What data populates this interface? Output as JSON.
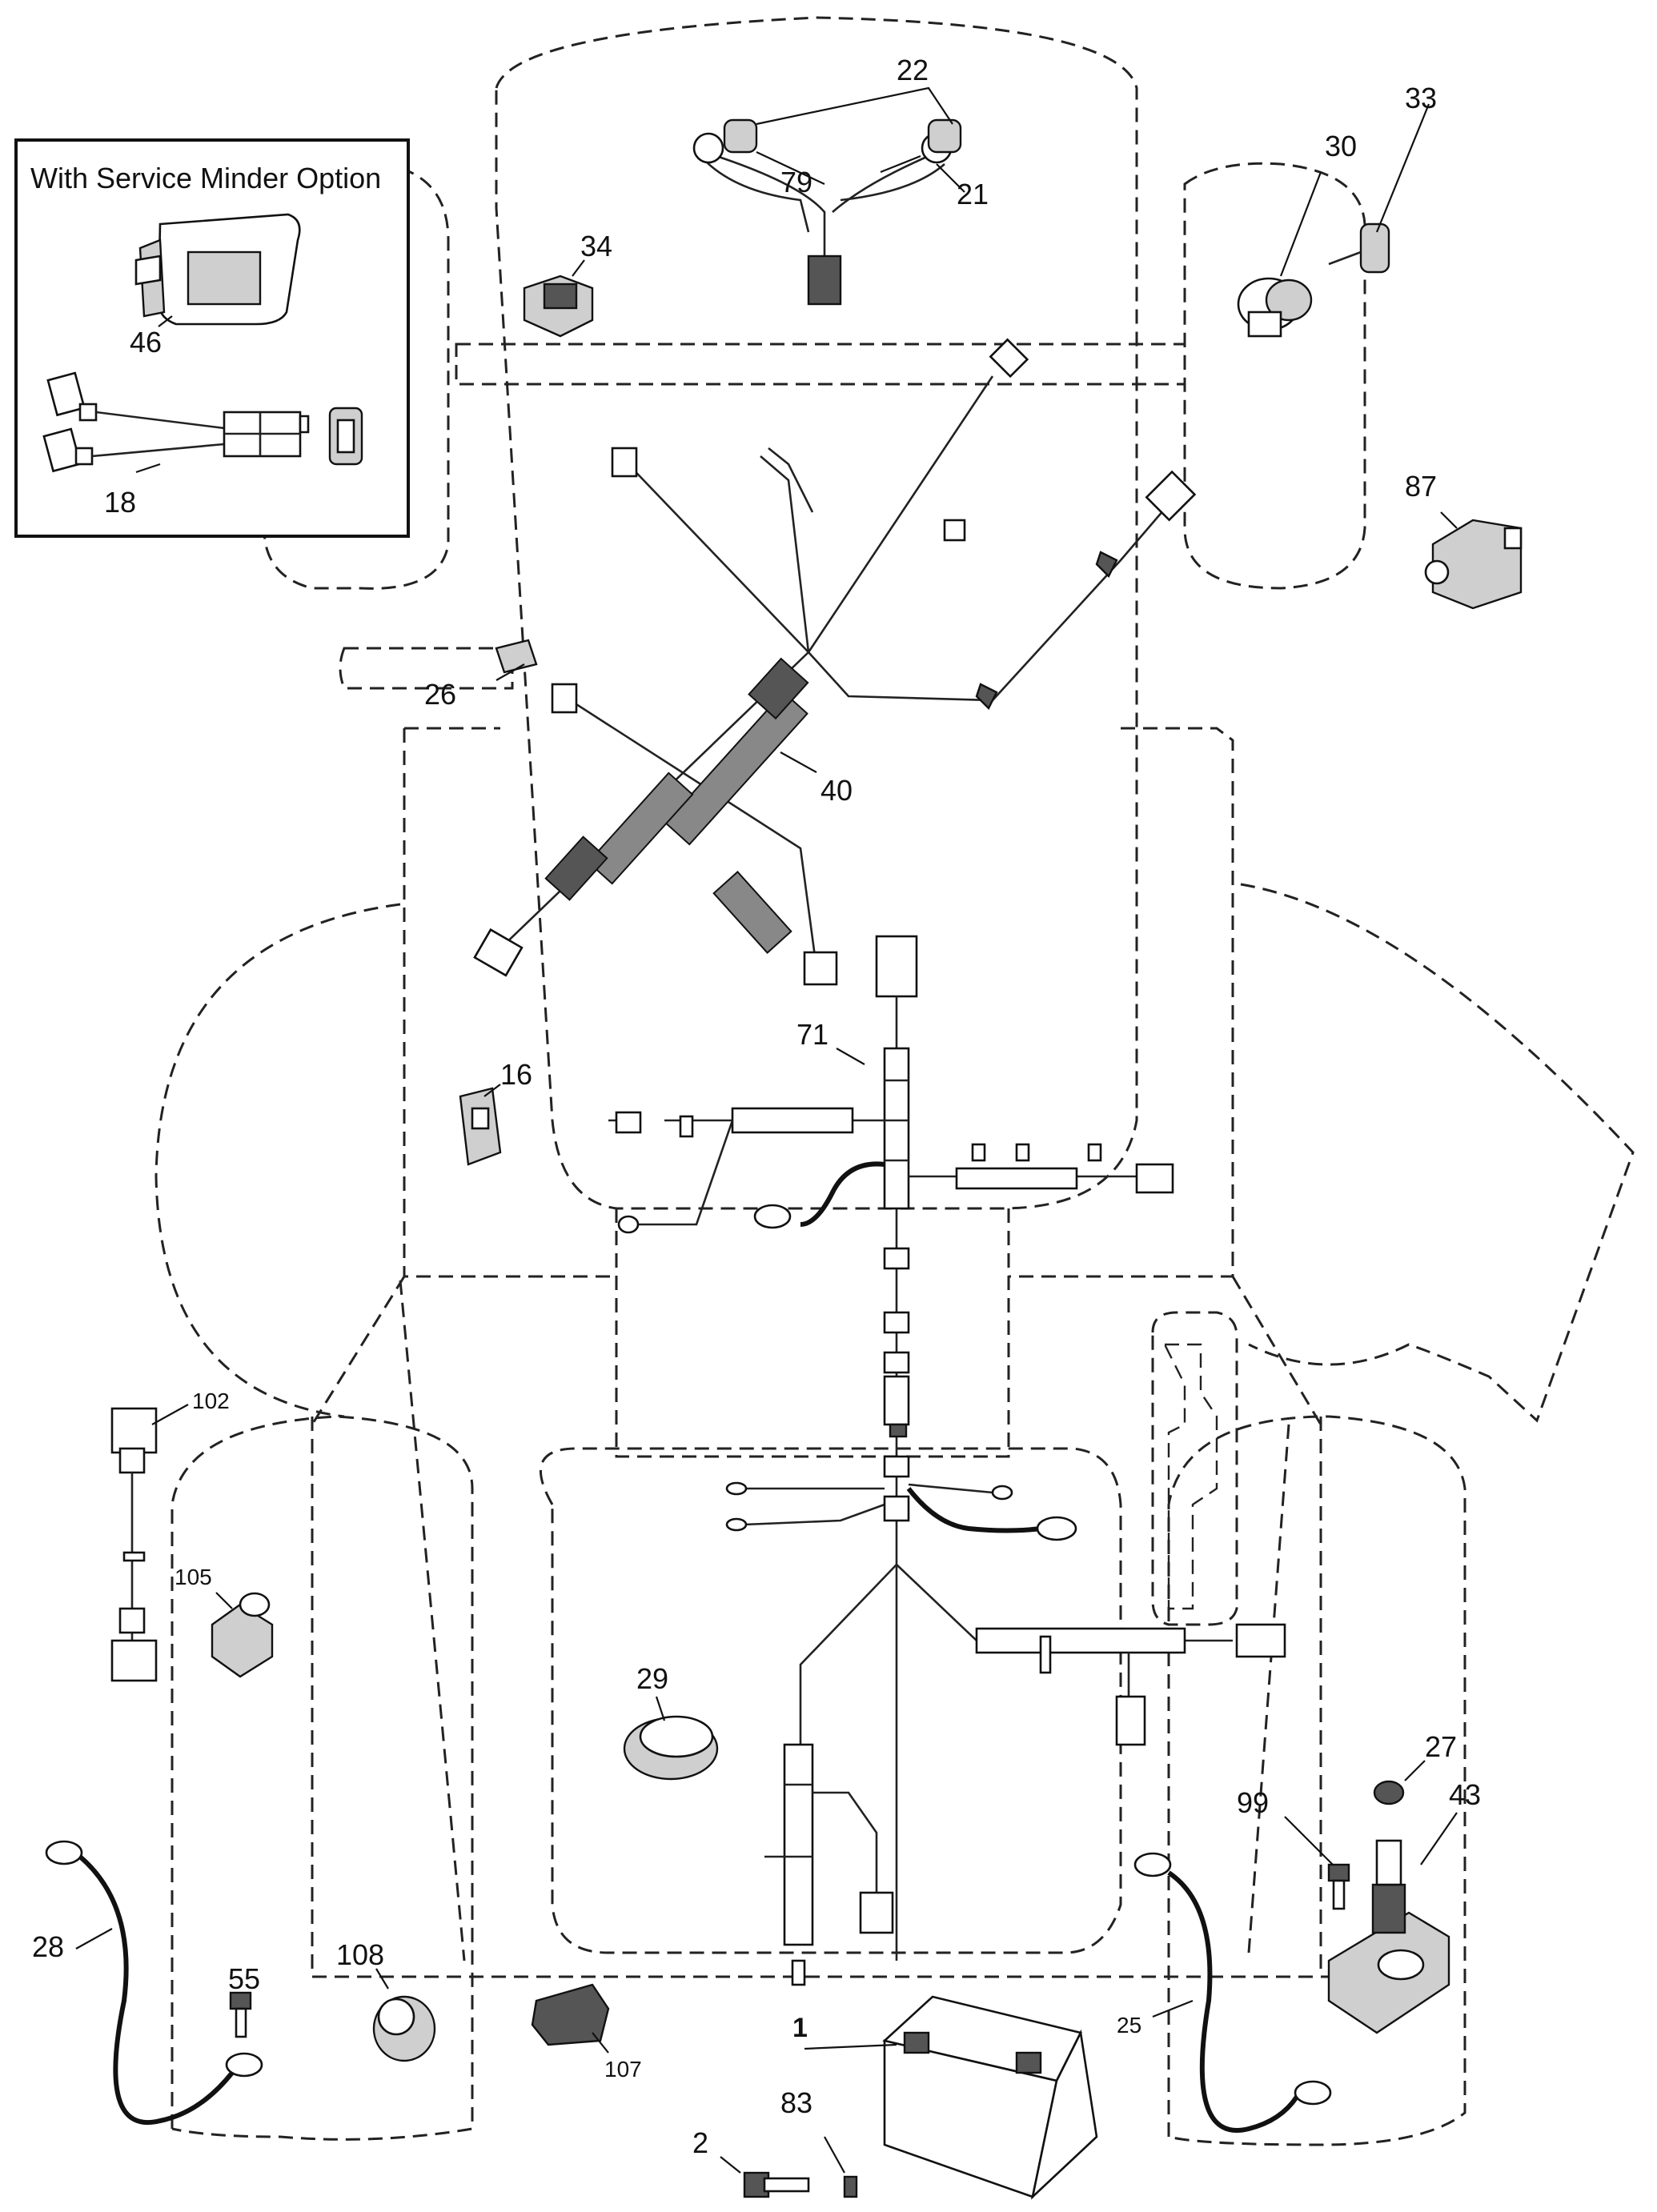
{
  "inset": {
    "title": "With Service Minder Option"
  },
  "callouts": {
    "c22": "22",
    "c79": "79",
    "c21": "21",
    "c33": "33",
    "c30": "30",
    "c34": "34",
    "c46": "46",
    "c18": "18",
    "c87": "87",
    "c26": "26",
    "c40": "40",
    "c71": "71",
    "c16": "16",
    "c102": "102",
    "c105": "105",
    "c29": "29",
    "c27": "27",
    "c43": "43",
    "c99": "99",
    "c28": "28",
    "c55": "55",
    "c108": "108",
    "c107": "107",
    "c1": "1",
    "c25": "25",
    "c2": "2",
    "c83": "83"
  }
}
